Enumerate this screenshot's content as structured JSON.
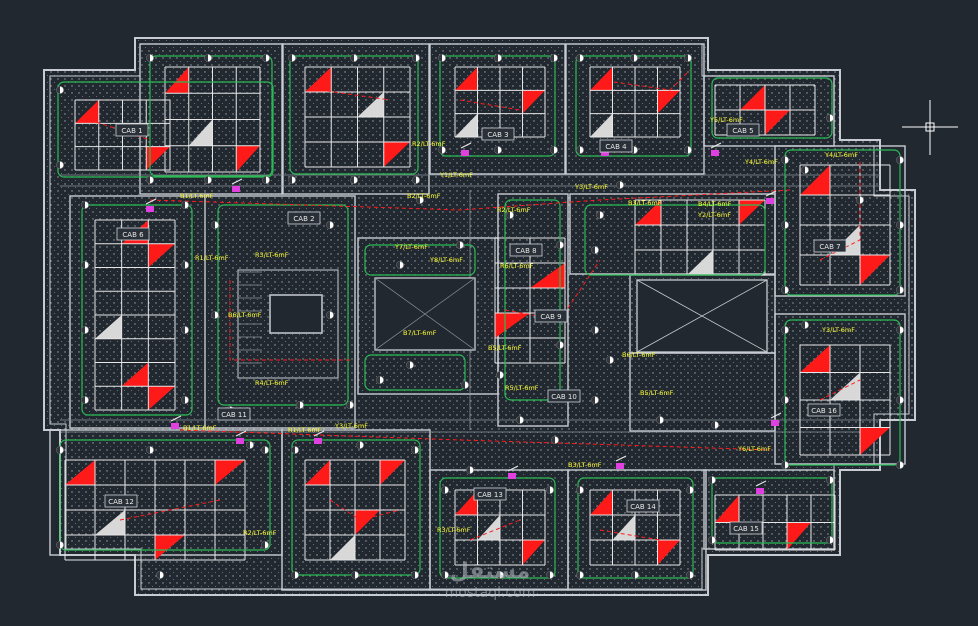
{
  "drawing": {
    "background": "#212830",
    "wall_color": "#c8ccd2",
    "grid_color": "#e6e6e6",
    "circuit_color": "#2bbb55",
    "red_color": "#ff1a1a",
    "label_color": "#ffff33",
    "magenta_color": "#e040e0"
  },
  "circuit_labels": [
    "R2/LT-6mF",
    "Y1/LT-6mF",
    "Y3/LT-6mF",
    "Y4/LT-6mF",
    "Y4/LT-6mF",
    "B1/LT-6mF",
    "B2/LT-6mF",
    "B3/LT-6mF",
    "B4/LT-6mF",
    "Y2/LT-6mF",
    "R1/LT-6mF",
    "R3/LT-6mF",
    "R2/LT-6mF",
    "Y7/LT-6mF",
    "Y8/LT-6mF",
    "R6/LT-6mF",
    "B7/LT-6mF",
    "B5/LT-6mF",
    "R5/LT-6mF",
    "B6/LT-6mF",
    "Y3/LT-6mF",
    "Y5/LT-6mF",
    "R4/LT-6mF",
    "B5/LT-6mF",
    "Y6/LT-6mF",
    "B1/LT-6mF",
    "R1/LT-6mF",
    "Y3/LT-6mF",
    "B3/LT-6mF",
    "R2/LT-6mF",
    "R3/LT-6mF",
    "B6/LT-6mF"
  ],
  "room_tags": [
    "CAB 1",
    "CAB 2",
    "CAB 3",
    "CAB 4",
    "CAB 5",
    "CAB 6",
    "CAB 7",
    "CAB 8",
    "CAB 9",
    "CAB 10",
    "CAB 11",
    "CAB 12",
    "CAB 13",
    "CAB 14",
    "CAB 15",
    "CAB 16"
  ],
  "watermark": {
    "logo_text": "مستقل",
    "site": "mostaql.com"
  }
}
